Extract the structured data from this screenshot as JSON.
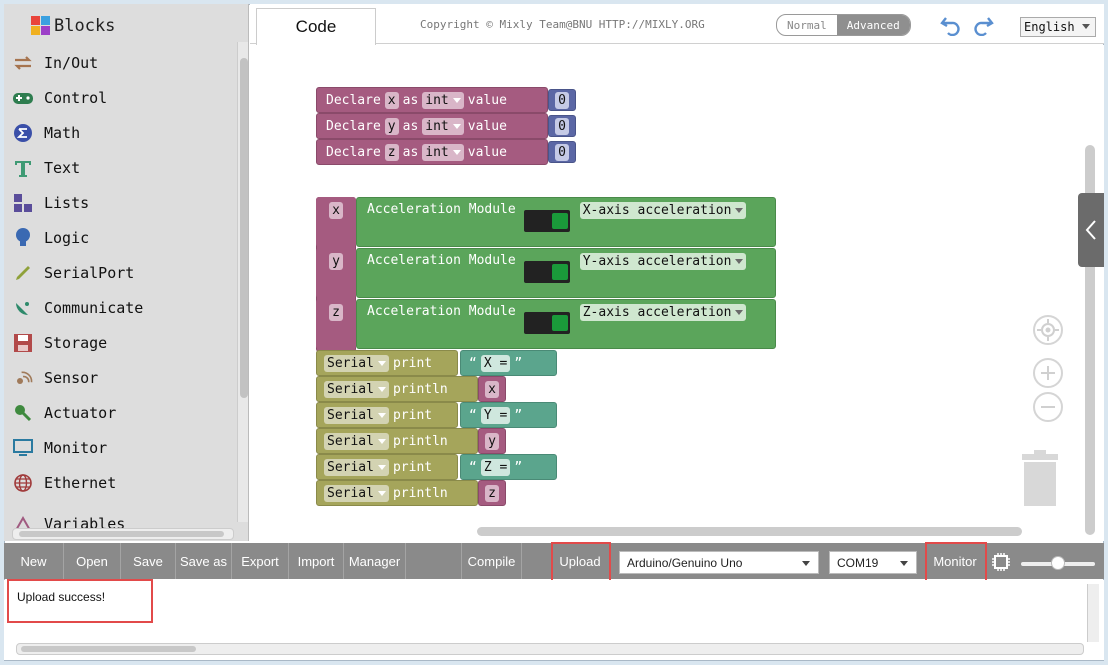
{
  "sidebar": {
    "title": "Blocks",
    "items": [
      {
        "label": "In/Out",
        "icon": "arrows-icon",
        "color": "#a6744f"
      },
      {
        "label": "Control",
        "icon": "gamepad-icon",
        "color": "#2e7d4f"
      },
      {
        "label": "Math",
        "icon": "math-icon",
        "color": "#3a4fa8"
      },
      {
        "label": "Text",
        "icon": "text-icon",
        "color": "#3f9a74"
      },
      {
        "label": "Lists",
        "icon": "lists-icon",
        "color": "#5a4d9a"
      },
      {
        "label": "Logic",
        "icon": "bulb-icon",
        "color": "#3a69b2"
      },
      {
        "label": "SerialPort",
        "icon": "pen-icon",
        "color": "#8fa13a"
      },
      {
        "label": "Communicate",
        "icon": "dish-icon",
        "color": "#2e8a6b"
      },
      {
        "label": "Storage",
        "icon": "floppy-icon",
        "color": "#b24a4a"
      },
      {
        "label": "Sensor",
        "icon": "sensor-icon",
        "color": "#a07a5a"
      },
      {
        "label": "Actuator",
        "icon": "actuator-icon",
        "color": "#3f8a3f"
      },
      {
        "label": "Monitor",
        "icon": "monitor-icon",
        "color": "#2a7aa0"
      },
      {
        "label": "Ethernet",
        "icon": "globe-icon",
        "color": "#a03a3a"
      },
      {
        "label": "Variables",
        "icon": "variables-icon",
        "color": "#a05a80"
      }
    ]
  },
  "topbar": {
    "tab_code": "Code",
    "copyright": "Copyright © Mixly Team@BNU HTTP://MIXLY.ORG",
    "mode_normal": "Normal",
    "mode_advanced": "Advanced",
    "language": "English"
  },
  "blocks": {
    "declares": [
      {
        "kw": "Declare",
        "var": "x",
        "as": "as",
        "type": "int",
        "value_kw": "value",
        "value": "0"
      },
      {
        "kw": "Declare",
        "var": "y",
        "as": "as",
        "type": "int",
        "value_kw": "value",
        "value": "0"
      },
      {
        "kw": "Declare",
        "var": "z",
        "as": "as",
        "type": "int",
        "value_kw": "value",
        "value": "0"
      }
    ],
    "assigns": [
      {
        "var": "x",
        "module": "Acceleration Module",
        "axis": "X-axis acceleration"
      },
      {
        "var": "y",
        "module": "Acceleration Module",
        "axis": "Y-axis acceleration"
      },
      {
        "var": "z",
        "module": "Acceleration Module",
        "axis": "Z-axis acceleration"
      }
    ],
    "serial": [
      {
        "port": "Serial",
        "fn": "print",
        "arg": "X =",
        "string": true
      },
      {
        "port": "Serial",
        "fn": "println",
        "arg": "x",
        "string": false
      },
      {
        "port": "Serial",
        "fn": "print",
        "arg": "Y =",
        "string": true
      },
      {
        "port": "Serial",
        "fn": "println",
        "arg": "y",
        "string": false
      },
      {
        "port": "Serial",
        "fn": "print",
        "arg": "Z =",
        "string": true
      },
      {
        "port": "Serial",
        "fn": "println",
        "arg": "z",
        "string": false
      }
    ],
    "quote_open": "“",
    "quote_close": "”"
  },
  "toolbar": {
    "new": "New",
    "open": "Open",
    "save": "Save",
    "save_as": "Save as",
    "export": "Export",
    "import": "Import",
    "manager": "Manager",
    "compile": "Compile",
    "upload": "Upload",
    "board": "Arduino/Genuino Uno",
    "port": "COM19",
    "monitor": "Monitor"
  },
  "output": {
    "text": "Upload success!"
  },
  "colors": {
    "highlight": "#e24a4a",
    "declare_block": "#a55b80",
    "assign_block": "#5ba55b",
    "serial_block": "#a5a55b",
    "string_block": "#5ba58d",
    "number_block": "#5b67a5"
  }
}
